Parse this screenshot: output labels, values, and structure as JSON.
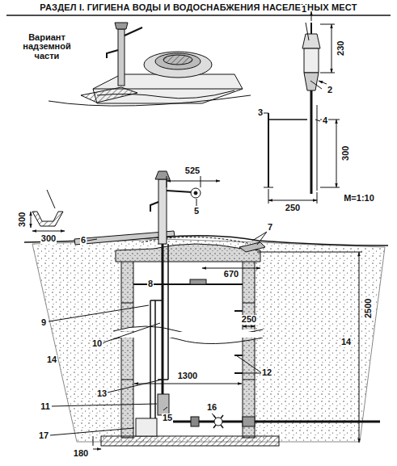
{
  "diagram": {
    "title": "РАЗДЕЛ I. ГИГИЕНА ВОДЫ И ВОДОСНАБЖЕНИЯ НАСЕЛЕННЫХ МЕСТ",
    "labels": [
      "Вариант надземной части",
      "1",
      "230",
      "2",
      "3",
      "4",
      "300",
      "250",
      "М=1:10",
      "525",
      "5",
      "300",
      "300",
      "6",
      "7",
      "670",
      "8",
      "9",
      "10",
      "250",
      "14",
      "14",
      "2500",
      "1300",
      "12",
      "13",
      "11",
      "15",
      "16",
      "17",
      "180"
    ]
  }
}
